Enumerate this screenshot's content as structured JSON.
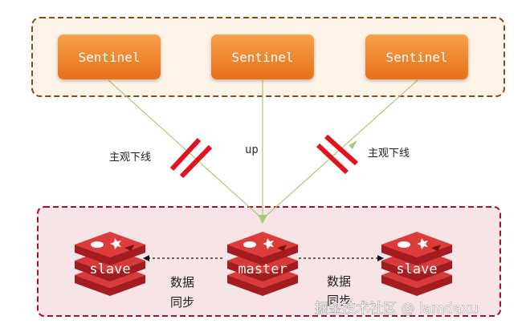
{
  "colors": {
    "sentinel_fill_top": "#f7a04a",
    "sentinel_fill_bottom": "#e8701a",
    "top_group_fill": "#fdf3e8",
    "top_group_border": "#8a4b12",
    "bottom_group_fill": "#f6e4e7",
    "bottom_group_border": "#a3122a",
    "link_line": "#a9c97a",
    "cut_mark": "#e0141e",
    "redis_red": "#c4262b"
  },
  "sentinels": [
    {
      "label": "Sentinel"
    },
    {
      "label": "Sentinel"
    },
    {
      "label": "Sentinel"
    }
  ],
  "links": {
    "left_label": "主观下线",
    "middle_label": "up",
    "right_label": "主观下线"
  },
  "nodes": [
    {
      "label": "slave",
      "icon": "redis-cube-icon"
    },
    {
      "label": "master",
      "icon": "redis-cube-icon"
    },
    {
      "label": "slave",
      "icon": "redis-cube-icon"
    }
  ],
  "sync": {
    "left_line1": "数据",
    "left_line2": "同步",
    "right_line1": "数据",
    "right_line2": "同步"
  },
  "watermark": "掘金技术社区 @ lamdaxu"
}
